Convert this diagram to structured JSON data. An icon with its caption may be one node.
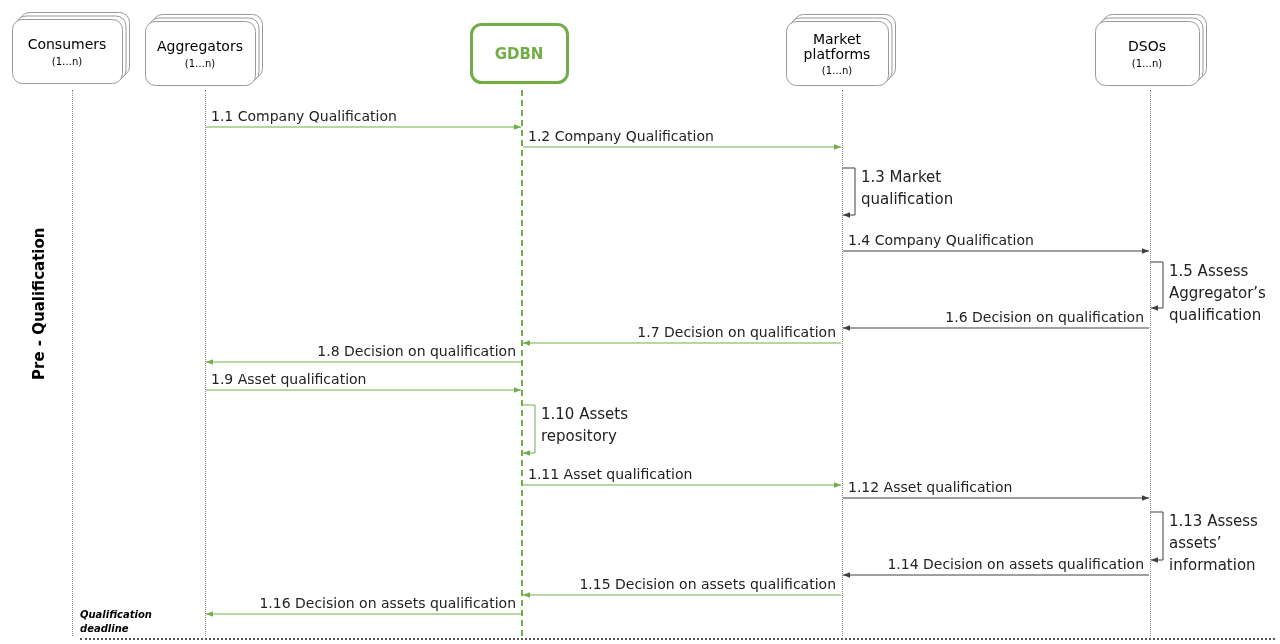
{
  "diagram": {
    "nodes": [
      {
        "text": [
          "Consumers",
          "(1…n)"
        ]
      },
      {
        "text": [
          "Aggregators",
          "(1…n)"
        ]
      },
      {
        "text": [
          "GDBN"
        ]
      },
      {
        "text": [
          "Market platforms",
          "(1…n)"
        ]
      },
      {
        "text": [
          "DSOs",
          "(1…n)"
        ]
      },
      {
        "text": [],
        "shape": "line"
      },
      {
        "text": [],
        "shape": "line"
      },
      {
        "text": [],
        "shape": "line"
      },
      {
        "text": [],
        "shape": "line"
      },
      {
        "text": [],
        "shape": "line"
      }
    ],
    "edges": [
      {
        "from": 6,
        "to": 7,
        "arrow": "to",
        "label": "1.1 Company Qualification"
      },
      {
        "from": 7,
        "to": 8,
        "arrow": "to",
        "label": "1.2 Company Qualification"
      },
      {
        "from": 8,
        "to": 8,
        "arrow": "to",
        "label": "1.3 Market qualification",
        "color": "#404040"
      },
      {
        "from": 8,
        "to": 9,
        "arrow": "to",
        "label": "1.4 Company Qualification",
        "color": "#404040"
      },
      {
        "from": 9,
        "to": 9,
        "arrow": "to",
        "label": "1.5 Assess Aggregator’s qualification",
        "color": "#404040"
      },
      {
        "from": 9,
        "to": 8,
        "arrow": "to",
        "label": "1.6 Decision on qualification",
        "color": "#404040"
      },
      {
        "from": 8,
        "to": 7,
        "arrow": "to",
        "label": "1.7 Decision on qualification"
      },
      {
        "from": 7,
        "to": 6,
        "arrow": "to",
        "label": "1.8 Decision on qualification"
      },
      {
        "from": 6,
        "to": 7,
        "arrow": "to",
        "label": "1.9 Asset qualification"
      },
      {
        "from": 7,
        "to": 7,
        "arrow": "to",
        "label": "1.10 Assets repository"
      },
      {
        "from": 7,
        "to": 8,
        "arrow": "to",
        "label": "1.11 Asset qualification"
      },
      {
        "from": 8,
        "to": 9,
        "arrow": "to",
        "label": "1.12 Asset qualification",
        "color": "#404040"
      },
      {
        "from": 9,
        "to": 9,
        "arrow": "to",
        "label": "1.13 Assess assets’ information",
        "color": "#404040"
      },
      {
        "from": 9,
        "to": 8,
        "arrow": "to",
        "label": "1.14 Decision on assets qualification",
        "color": "#404040"
      },
      {
        "from": 8,
        "to": 7,
        "arrow": "to",
        "label": "1.15 Decision on assets qualification"
      },
      {
        "from": 7,
        "to": 6,
        "arrow": "to",
        "label": "1.16 Decision on assets qualification"
      }
    ],
    "labels": [
      "Pre - Qualification",
      "Qualification deadline"
    ]
  }
}
